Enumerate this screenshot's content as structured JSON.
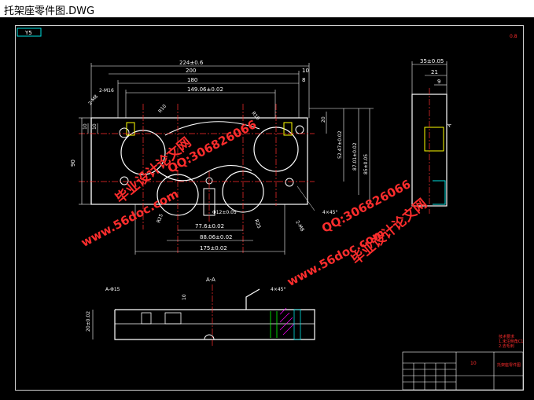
{
  "window": {
    "title": "托架座零件图.DWG"
  },
  "drawing": {
    "sheet_tag": "Y5",
    "section_label": "A-A",
    "top_dims": [
      "224±0.6",
      "200",
      "180",
      "149.06±0.02",
      "10",
      "8"
    ],
    "side_dims": [
      "35±0.05",
      "21",
      "9"
    ],
    "right_dims": [
      "20",
      "52.47±0.02",
      "87.01±0.02",
      "85±0.05"
    ],
    "left_dims": [
      "10",
      "10",
      "90"
    ],
    "bottom_dims": [
      "77.6±0.02",
      "88.06±0.02",
      "175±0.02",
      "Φ12±0.05"
    ],
    "callouts": [
      "2-M16",
      "2-M8",
      "R10",
      "R10",
      "R25",
      "R25",
      "2-M8",
      "A",
      "4×45°",
      "4×45°",
      "A-Φ15",
      "20±0.02",
      "10"
    ],
    "title_block": {
      "cell_a": "10",
      "cell_b": "托架座零件图"
    },
    "notes": [
      "技术要求",
      "1.未注倒角C1",
      "2.去毛刺"
    ]
  },
  "watermarks": {
    "cn": "毕业设计论文网",
    "url": "www.56doc.com",
    "qq": "QQ:306826066"
  },
  "colors": {
    "bg": "#000000",
    "red": "#ff2d2d",
    "yellow": "#ffff00",
    "white": "#ffffff",
    "cyan": "#00e0e0",
    "green": "#00ff00",
    "magenta": "#ff00ff"
  }
}
